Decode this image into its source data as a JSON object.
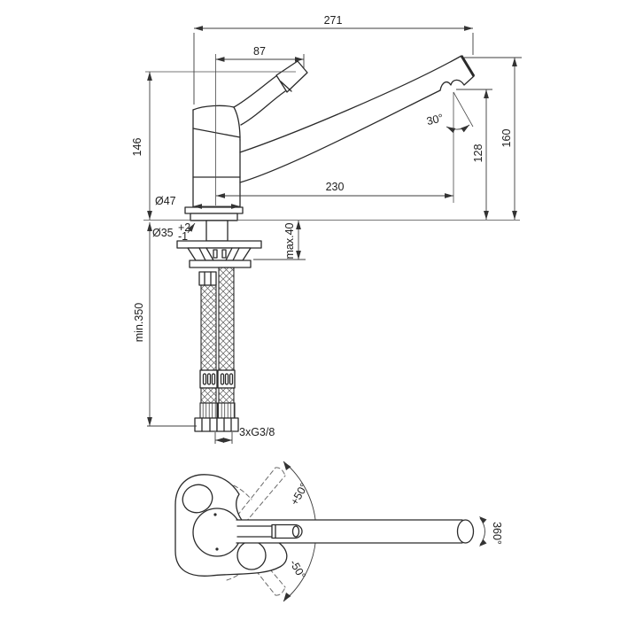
{
  "drawing": {
    "side_view": {
      "dimensions": {
        "overall_projection": "271",
        "handle_projection": "87",
        "body_height": "146",
        "hose_min_length": "min.350",
        "base_diameter": "Ø47",
        "hole_diameter": "Ø35",
        "hole_tolerance_plus": "+2",
        "hole_tolerance_minus": "-1",
        "spout_reach": "230",
        "spout_angle": "30°",
        "outlet_height": "128",
        "total_height": "160",
        "deck_thickness": "max.40",
        "hose_thread": "3xG3/8"
      }
    },
    "top_view": {
      "handle_swing_up": "+50°",
      "handle_swing_down": "-50°",
      "spout_rotation": "360°"
    },
    "colors": {
      "line": "#2a2a2a",
      "dimension": "#3c3c3c",
      "background": "#ffffff"
    }
  }
}
